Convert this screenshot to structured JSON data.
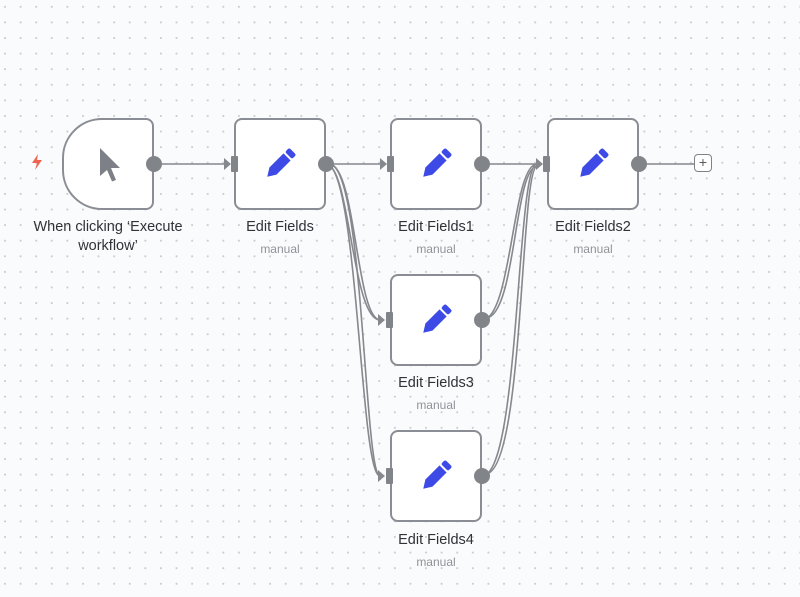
{
  "canvas": {
    "type": "workflow-editor",
    "background": "#fafbfc",
    "accent_icon_color": "#3d4ae6",
    "trigger_color": "#f0634f"
  },
  "nodes": [
    {
      "id": "trigger",
      "title": "When clicking ‘Execute",
      "title2": "workflow’",
      "icon": "cursor-icon"
    },
    {
      "id": "edit-fields",
      "title": "Edit Fields",
      "subtitle": "manual",
      "icon": "pencil-icon"
    },
    {
      "id": "edit-fields1",
      "title": "Edit Fields1",
      "subtitle": "manual",
      "icon": "pencil-icon"
    },
    {
      "id": "edit-fields2",
      "title": "Edit Fields2",
      "subtitle": "manual",
      "icon": "pencil-icon"
    },
    {
      "id": "edit-fields3",
      "title": "Edit Fields3",
      "subtitle": "manual",
      "icon": "pencil-icon"
    },
    {
      "id": "edit-fields4",
      "title": "Edit Fields4",
      "subtitle": "manual",
      "icon": "pencil-icon"
    }
  ],
  "connections": [
    [
      "trigger",
      "edit-fields"
    ],
    [
      "edit-fields",
      "edit-fields1"
    ],
    [
      "edit-fields",
      "edit-fields3"
    ],
    [
      "edit-fields",
      "edit-fields4"
    ],
    [
      "edit-fields1",
      "edit-fields2"
    ],
    [
      "edit-fields3",
      "edit-fields2"
    ],
    [
      "edit-fields4",
      "edit-fields2"
    ]
  ],
  "add_node_button": "+"
}
